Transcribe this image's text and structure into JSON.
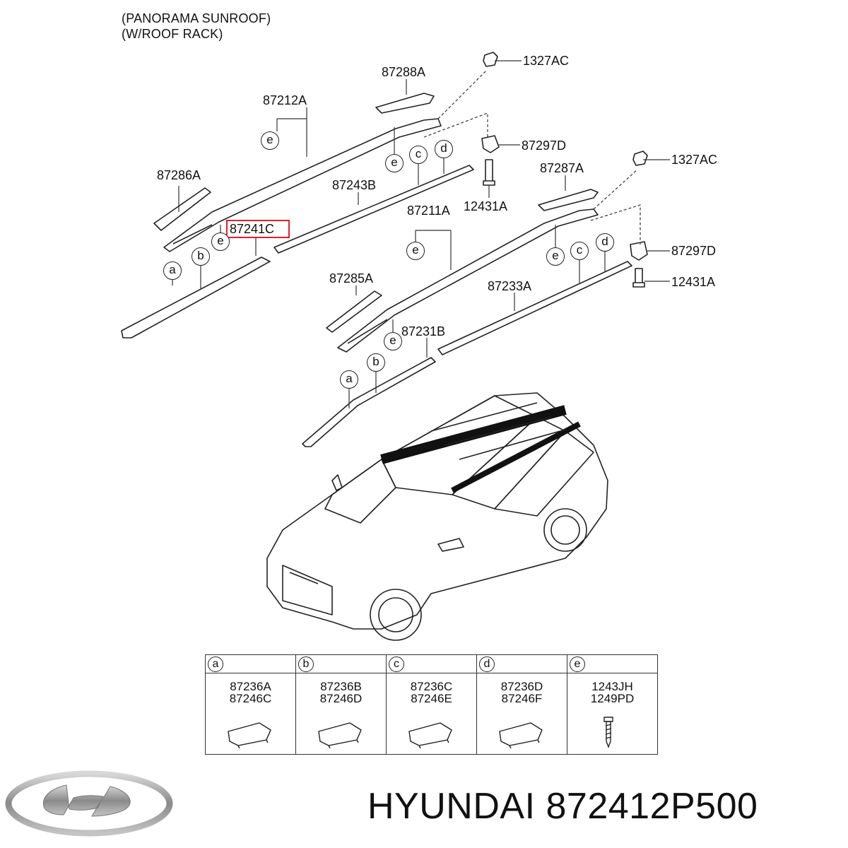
{
  "header": {
    "line1": "(PANORAMA SUNROOF)",
    "line2": "(W/ROOF RACK)"
  },
  "labels": {
    "p1327AC_top": "1327AC",
    "p87288A": "87288A",
    "p87212A": "87212A",
    "p87297D_top": "87297D",
    "p1327AC_right": "1327AC",
    "p87286A": "87286A",
    "p87243B": "87243B",
    "p87287A": "87287A",
    "p12431A_top": "12431A",
    "p87211A": "87211A",
    "p87241C": "87241C",
    "p87297D_right": "87297D",
    "p87285A": "87285A",
    "p87233A": "87233A",
    "p12431A_right": "12431A",
    "p87231B": "87231B"
  },
  "callouts": {
    "a": "a",
    "b": "b",
    "c": "c",
    "d": "d",
    "e": "e"
  },
  "highlight_color": "#e0222a",
  "legend": [
    {
      "key": "a",
      "parts": [
        "87236A",
        "87246C"
      ],
      "icon": "cap-icon"
    },
    {
      "key": "b",
      "parts": [
        "87236B",
        "87246D"
      ],
      "icon": "cap-icon"
    },
    {
      "key": "c",
      "parts": [
        "87236C",
        "87246E"
      ],
      "icon": "cap-icon"
    },
    {
      "key": "d",
      "parts": [
        "87236D",
        "87246F"
      ],
      "icon": "cap-icon"
    },
    {
      "key": "e",
      "parts": [
        "1243JH",
        "1249PD"
      ],
      "icon": "screw-icon"
    }
  ],
  "brand": {
    "text": "HYUNDAI 872412P500",
    "logo_icon": "hyundai-logo-icon"
  }
}
